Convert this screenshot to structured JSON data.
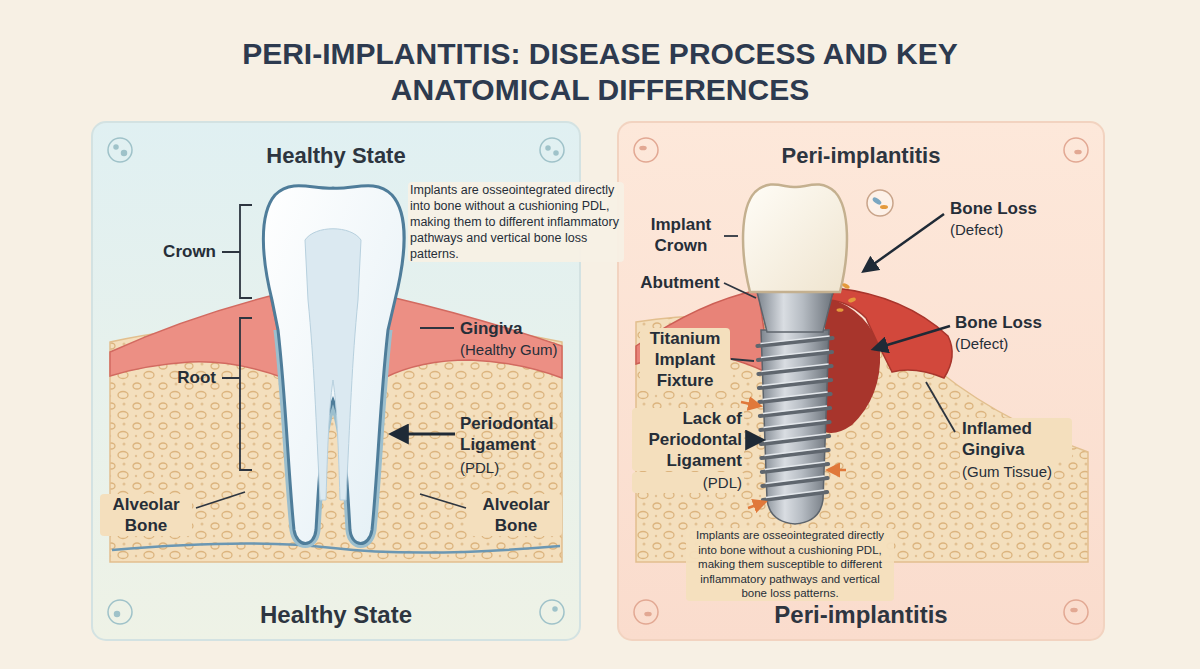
{
  "diagram": {
    "title": "PERI-IMPLANTITIS: DISEASE PROCESS AND KEY ANATOMICAL DIFFERENCES",
    "nodes": [
      {
        "text": [
          "Healthy State",
          "Healthy State"
        ]
      },
      {
        "text": [
          "Peri-implantitis",
          "Peri-implantitis"
        ]
      }
    ],
    "labels": [
      "Implants are osseointegrated directly into bone without a cushioning PDL, making them to different inflammatory pathways and vertical bone loss patterns.",
      "Crown",
      "Root",
      "Gingiva",
      "(Healthy Gum)",
      "Periodontal Ligament",
      "(PDL)",
      "Alveolar Bone",
      "Alveolar Bone",
      "Implant Crown",
      "Abutment",
      "Titanium Implant Fixture",
      "Lack of Periodontal Ligament",
      "(PDL)",
      "Implants are osseointegrated directly into bone without a cushioning PDL, making them susceptible to different inflammatory pathways and vertical bone loss patterns.",
      "Bone Loss",
      "(Defect)",
      "Bone Loss",
      "(Defect)",
      "Inflamed Gingiva",
      "(Gum Tissue)"
    ]
  }
}
